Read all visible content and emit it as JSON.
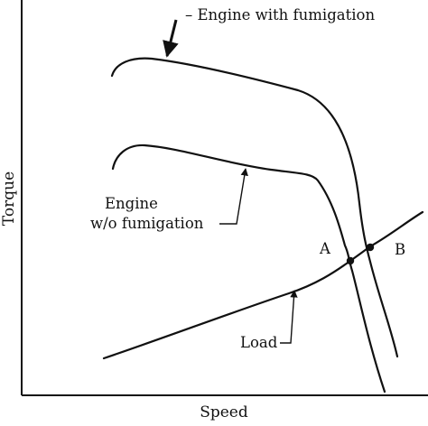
{
  "axes": {
    "xlabel": "Speed",
    "ylabel": "Torque"
  },
  "curves": {
    "engine_with_fumigation": "– Engine with fumigation",
    "engine_without_fumigation_line1": "Engine",
    "engine_without_fumigation_line2": "w/o fumigation",
    "load": "Load"
  },
  "points": {
    "a": "A",
    "b": "B"
  }
}
